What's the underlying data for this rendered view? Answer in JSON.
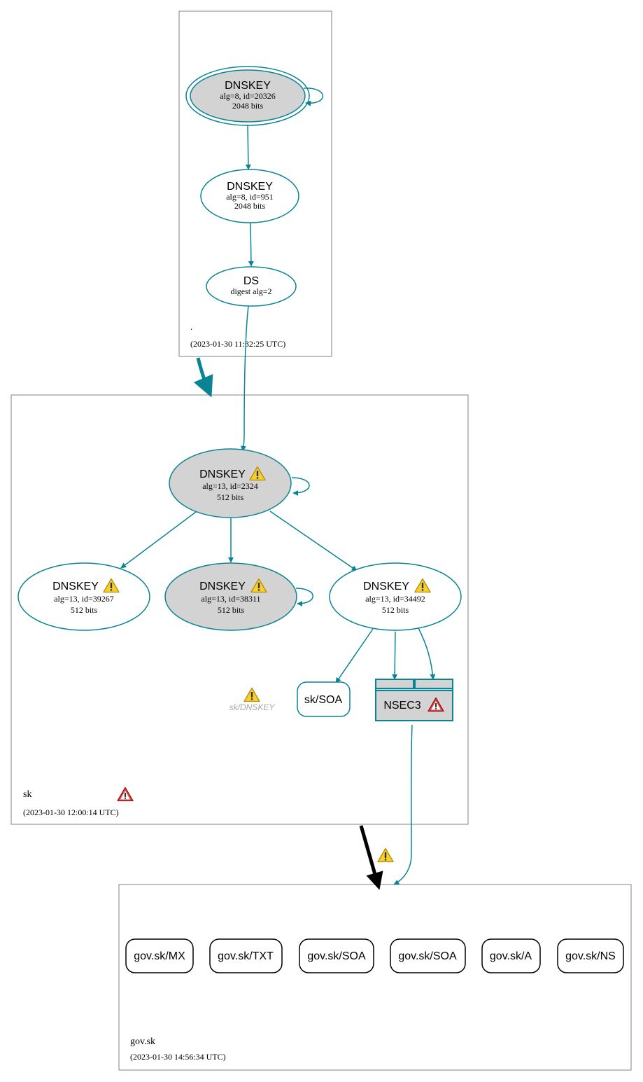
{
  "colors": {
    "edge": "#0a8494",
    "border": "#0a8494",
    "zone_border": "#808080",
    "ksk_fill": "#d3d3d3",
    "delegation_insecure": "#000000",
    "warning_yellow": "#f2c500",
    "error_red": "#c62828"
  },
  "zones": {
    "root": {
      "name": ".",
      "timestamp": "(2023-01-30 11:32:25 UTC)"
    },
    "sk": {
      "name": "sk",
      "timestamp": "(2023-01-30 12:00:14 UTC)",
      "status_icon": "error-icon"
    },
    "govsk": {
      "name": "gov.sk",
      "timestamp": "(2023-01-30 14:56:34 UTC)"
    }
  },
  "nodes": {
    "root_ksk": {
      "title": "DNSKEY",
      "line1": "alg=8, id=20326",
      "line2": "2048 bits"
    },
    "root_zsk": {
      "title": "DNSKEY",
      "line1": "alg=8, id=951",
      "line2": "2048 bits"
    },
    "root_ds": {
      "title": "DS",
      "line1": "digest alg=2"
    },
    "sk_ksk": {
      "title": "DNSKEY",
      "line1": "alg=13, id=2324",
      "line2": "512 bits",
      "status_icon": "warning-icon"
    },
    "sk_key_39267": {
      "title": "DNSKEY",
      "line1": "alg=13, id=39267",
      "line2": "512 bits",
      "status_icon": "warning-icon"
    },
    "sk_key_38311": {
      "title": "DNSKEY",
      "line1": "alg=13, id=38311",
      "line2": "512 bits",
      "status_icon": "warning-icon"
    },
    "sk_key_34492": {
      "title": "DNSKEY",
      "line1": "alg=13, id=34492",
      "line2": "512 bits",
      "status_icon": "warning-icon"
    },
    "sk_dnskey_rrset": {
      "label": "sk/DNSKEY",
      "status_icon": "warning-icon"
    },
    "sk_soa": {
      "label": "sk/SOA"
    },
    "sk_nsec3": {
      "label": "NSEC3",
      "status_icon": "error-icon"
    }
  },
  "govsk_rrsets": [
    "gov.sk/MX",
    "gov.sk/TXT",
    "gov.sk/SOA",
    "gov.sk/SOA",
    "gov.sk/A",
    "gov.sk/NS"
  ],
  "delegation_warning_icon": "warning-icon"
}
